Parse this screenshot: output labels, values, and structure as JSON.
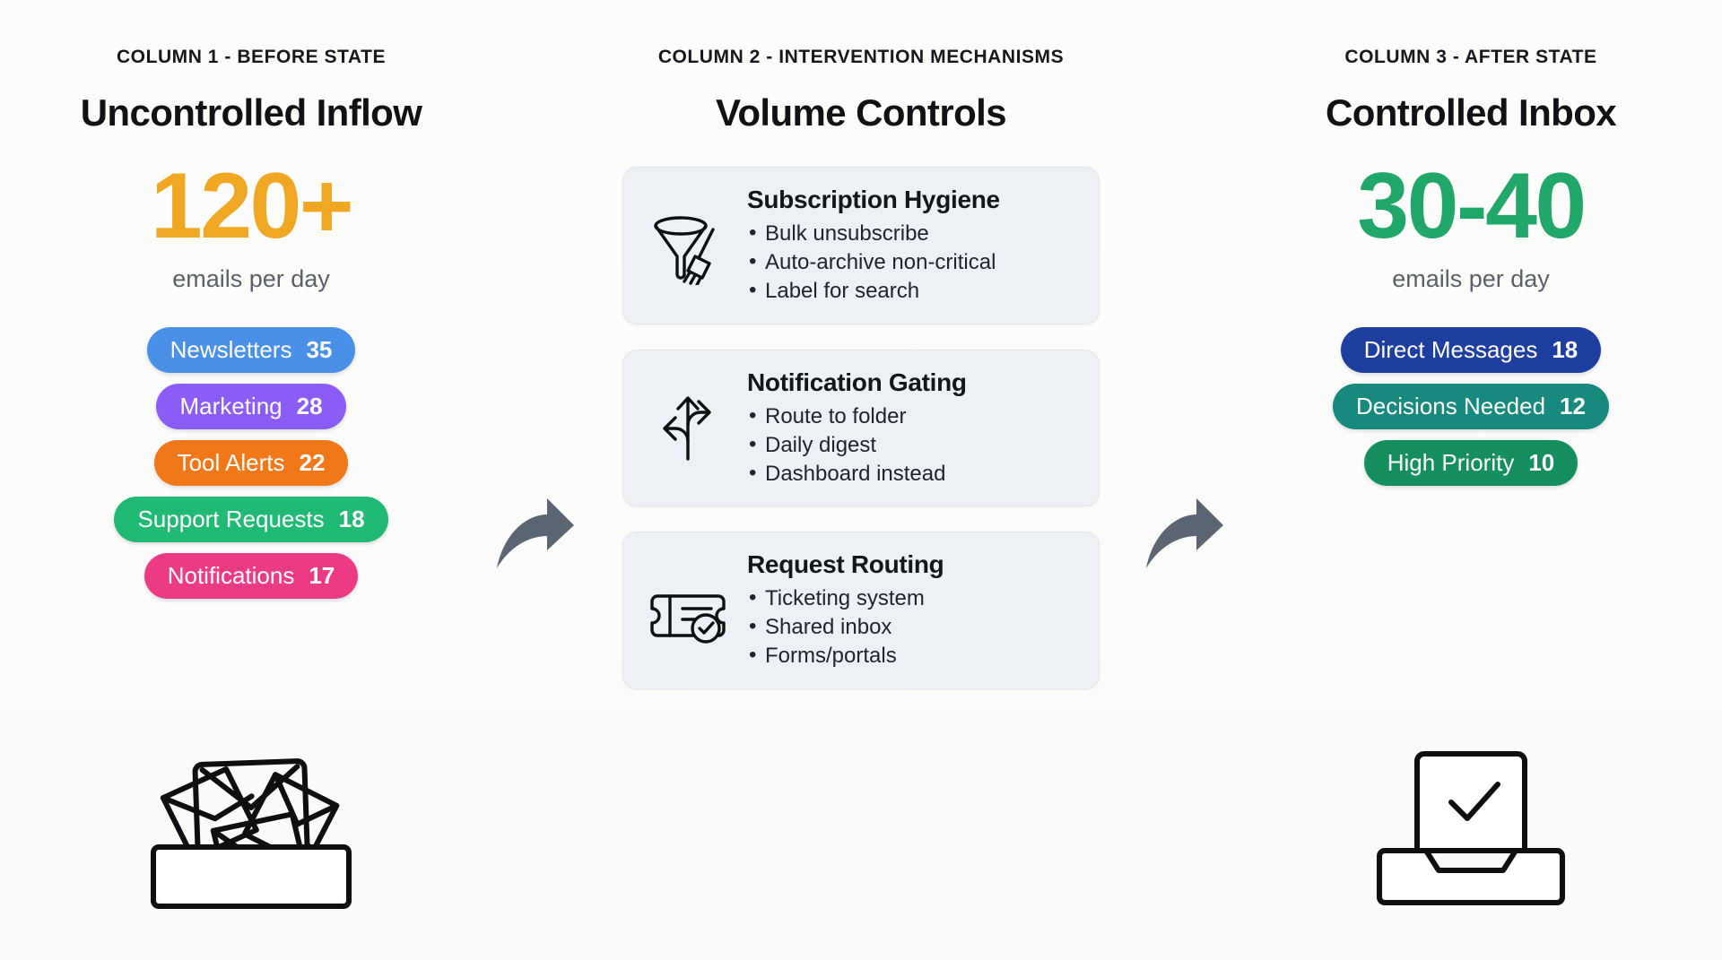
{
  "columns": {
    "left": {
      "kicker": "COLUMN 1 - BEFORE STATE",
      "title": "Uncontrolled Inflow",
      "stat": {
        "number": "120+",
        "unit": "emails per day",
        "color": "#F0A724"
      },
      "pills": [
        {
          "label": "Newsletters",
          "value": "35",
          "color": "#4A90E8"
        },
        {
          "label": "Marketing",
          "value": "28",
          "color": "#8B5CF6"
        },
        {
          "label": "Tool Alerts",
          "value": "22",
          "color": "#F07818"
        },
        {
          "label": "Support Requests",
          "value": "18",
          "color": "#20BA74"
        },
        {
          "label": "Notifications",
          "value": "17",
          "color": "#EC3B84"
        }
      ],
      "art_icon": "overflowing-inbox-icon"
    },
    "middle": {
      "kicker": "COLUMN 2 - INTERVENTION MECHANISMS",
      "title": "Volume Controls",
      "cards": [
        {
          "icon": "funnel-broom-icon",
          "title": "Subscription Hygiene",
          "bullets": [
            "Bulk unsubscribe",
            "Auto-archive non-critical",
            "Label for search"
          ]
        },
        {
          "icon": "branching-arrows-icon",
          "title": "Notification Gating",
          "bullets": [
            "Route to folder",
            "Daily digest",
            "Dashboard instead"
          ]
        },
        {
          "icon": "ticket-check-icon",
          "title": "Request Routing",
          "bullets": [
            "Ticketing system",
            "Shared inbox",
            "Forms/portals"
          ]
        }
      ]
    },
    "right": {
      "kicker": "COLUMN 3 - AFTER STATE",
      "title": "Controlled Inbox",
      "stat": {
        "number": "30-40",
        "unit": "emails per day",
        "color": "#22A76A"
      },
      "pills": [
        {
          "label": "Direct Messages",
          "value": "18",
          "color": "#1E3FA0"
        },
        {
          "label": "Decisions Needed",
          "value": "12",
          "color": "#178A7D"
        },
        {
          "label": "High Priority",
          "value": "10",
          "color": "#168F5E"
        }
      ],
      "art_icon": "tidy-inbox-check-icon"
    }
  },
  "arrows": [
    {
      "name": "flow-arrow-left-to-middle",
      "color": "#5C6672"
    },
    {
      "name": "flow-arrow-middle-to-right",
      "color": "#5C6672"
    }
  ]
}
